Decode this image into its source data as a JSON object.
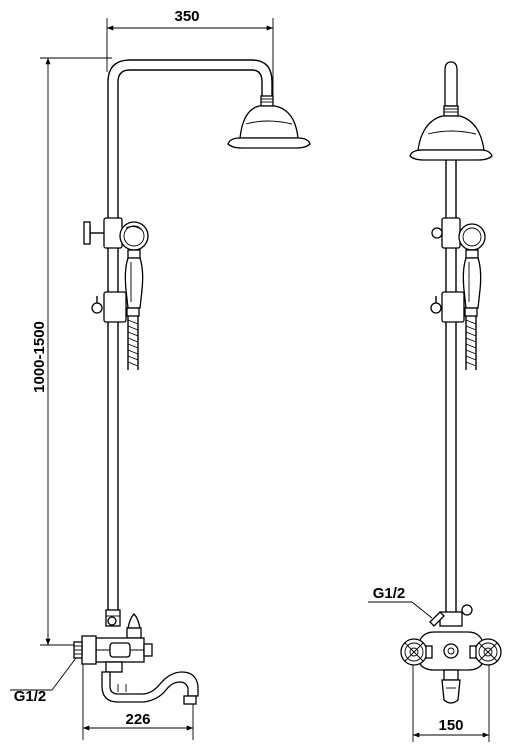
{
  "dimensions": {
    "top_width": "350",
    "height_range": "1000-1500",
    "bottom_left_width": "226",
    "bottom_right_width": "150"
  },
  "labels": {
    "inlet_left": "G1/2",
    "inlet_right": "G1/2"
  }
}
